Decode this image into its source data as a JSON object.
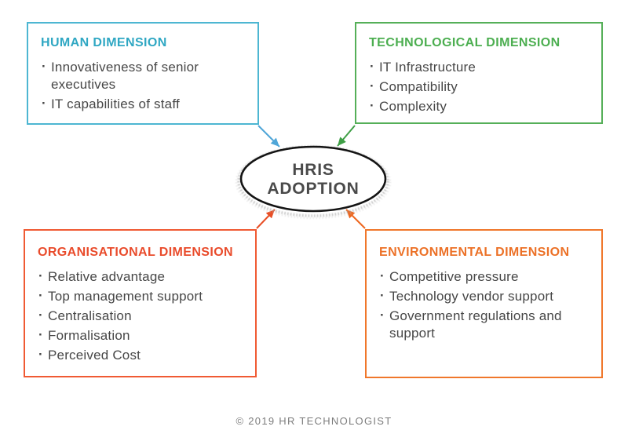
{
  "diagram": {
    "title_hidden": "",
    "center": {
      "label_line1": "HRIS",
      "label_line2": "ADOPTION",
      "fill_color": "#ffffff",
      "outline_color": "#141414"
    },
    "boxes": [
      {
        "id": "human",
        "title": "HUMAN DIMENSION",
        "accent_color": "#2fa7c3",
        "border_color": "#4db6d2",
        "arrow_color": "#4fa6d8",
        "items": [
          "Innovativeness of senior executives",
          "IT capabilities of staff"
        ]
      },
      {
        "id": "technological",
        "title": "TECHNOLOGICAL DIMENSION",
        "accent_color": "#4cae50",
        "border_color": "#55af58",
        "arrow_color": "#3f9f46",
        "items": [
          "IT Infrastructure",
          "Compatibility",
          "Complexity"
        ]
      },
      {
        "id": "organisational",
        "title": "ORGANISATIONAL DIMENSION",
        "accent_color": "#e94b2b",
        "border_color": "#f05a33",
        "arrow_color": "#e84e25",
        "items": [
          "Relative advantage",
          "Top management support",
          "Centralisation",
          "Formalisation",
          "Perceived Cost"
        ]
      },
      {
        "id": "environmental",
        "title": "ENVIRONMENTAL DIMENSION",
        "accent_color": "#ec7127",
        "border_color": "#f0772b",
        "arrow_color": "#ed671f",
        "items": [
          "Competitive pressure",
          "Technology vendor support",
          "Government regulations and support"
        ]
      }
    ],
    "footer_text": "© 2019 HR TECHNOLOGIST"
  }
}
